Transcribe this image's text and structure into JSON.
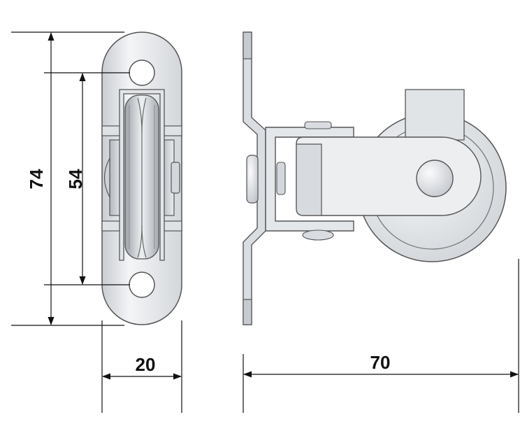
{
  "dimensions": {
    "overall_height": "74",
    "hole_spacing": "54",
    "width": "20",
    "depth": "70"
  },
  "colors": {
    "outline": "#555555",
    "metal_light": "#f2f3f5",
    "metal_mid": "#d6d9dd",
    "metal_dark": "#a9aeb4",
    "dimension_line": "#111111"
  }
}
